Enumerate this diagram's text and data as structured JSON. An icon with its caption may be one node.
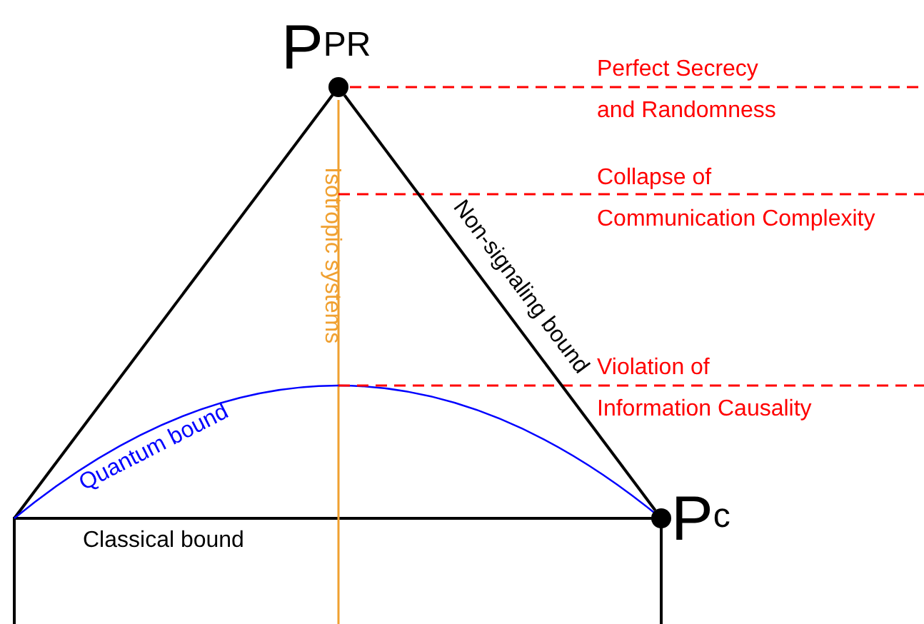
{
  "diagram": {
    "nodes": [
      {
        "text": [
          "P$^{PR}$"
        ]
      },
      {
        "text": [
          "P$^{c}$"
        ]
      }
    ],
    "edges": [
      {
        "from": 0,
        "to": 1,
        "arrow": "none",
        "label": "Non-signaling bound"
      }
    ],
    "labels": [
      "Perfect Secrecy and Randomness",
      "Collapse of Communication Complexity",
      "Isotropic systems",
      "Violation of Information Causality",
      "Quantum bound",
      "Classical bound"
    ]
  }
}
